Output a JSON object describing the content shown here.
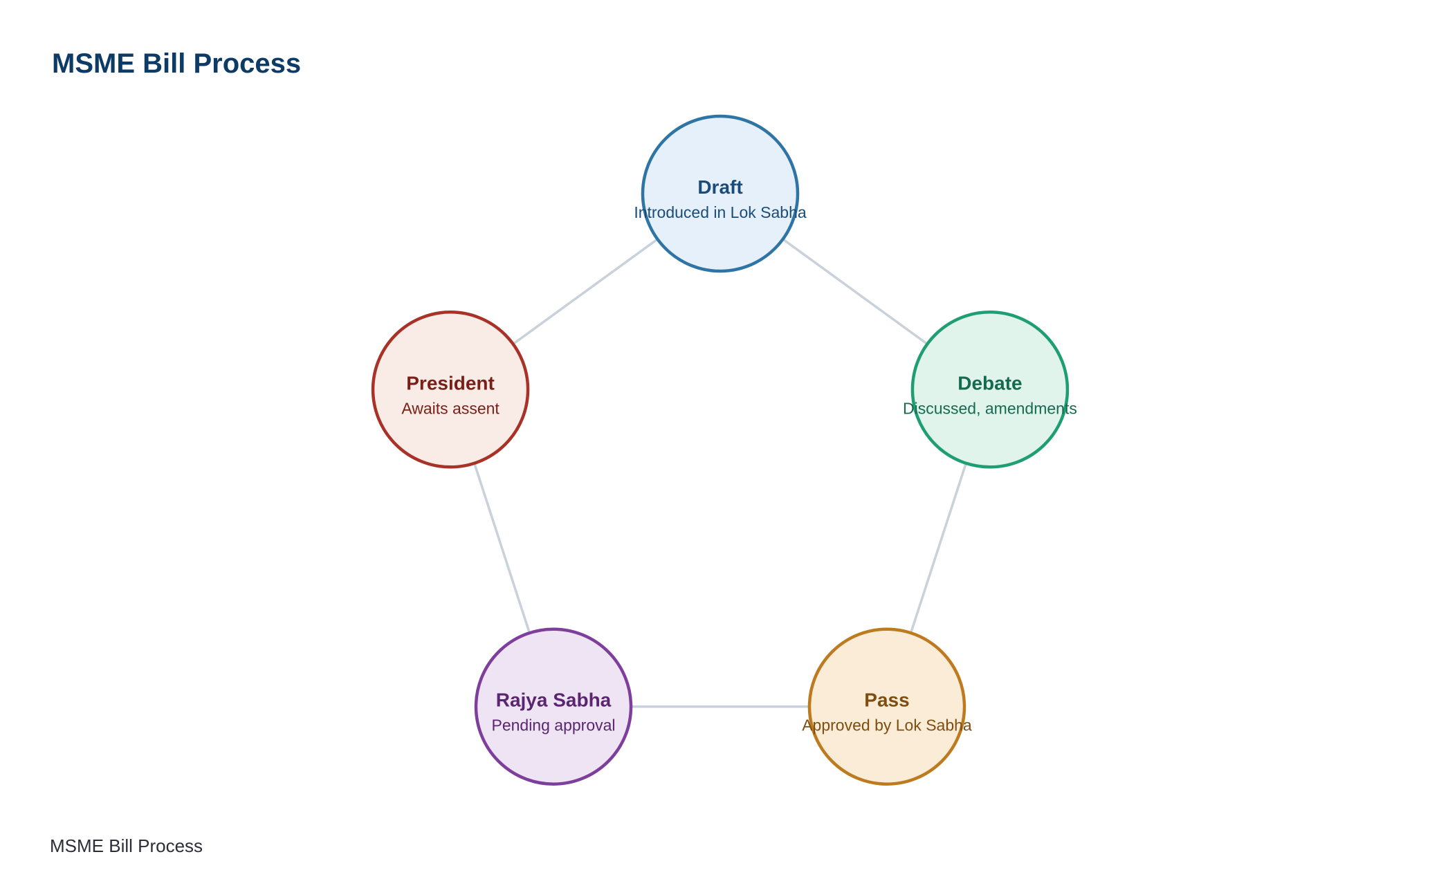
{
  "title": "MSME Bill Process",
  "footer": "MSME Bill Process",
  "edge_color": "#c9d1da",
  "nodes": [
    {
      "id": "draft",
      "label": "Draft",
      "sublabel": "Introduced in Lok Sabha",
      "stroke": "#2e75a6",
      "fill": "#e6f0fa",
      "text": "#1a4c7a"
    },
    {
      "id": "debate",
      "label": "Debate",
      "sublabel": "Discussed, amendments",
      "stroke": "#1f9e74",
      "fill": "#e0f4ec",
      "text": "#156b50"
    },
    {
      "id": "pass",
      "label": "Pass",
      "sublabel": "Approved by Lok Sabha",
      "stroke": "#bd7a1e",
      "fill": "#fbecd8",
      "text": "#7d4e10"
    },
    {
      "id": "rajya-sabha",
      "label": "Rajya Sabha",
      "sublabel": "Pending approval",
      "stroke": "#7d3e9c",
      "fill": "#efe4f4",
      "text": "#5a2670"
    },
    {
      "id": "president",
      "label": "President",
      "sublabel": "Awaits assent",
      "stroke": "#a83228",
      "fill": "#f9ebe6",
      "text": "#7a1f18"
    }
  ],
  "edges": [
    [
      "draft",
      "debate"
    ],
    [
      "debate",
      "pass"
    ],
    [
      "pass",
      "rajya-sabha"
    ],
    [
      "rajya-sabha",
      "president"
    ],
    [
      "president",
      "draft"
    ]
  ]
}
